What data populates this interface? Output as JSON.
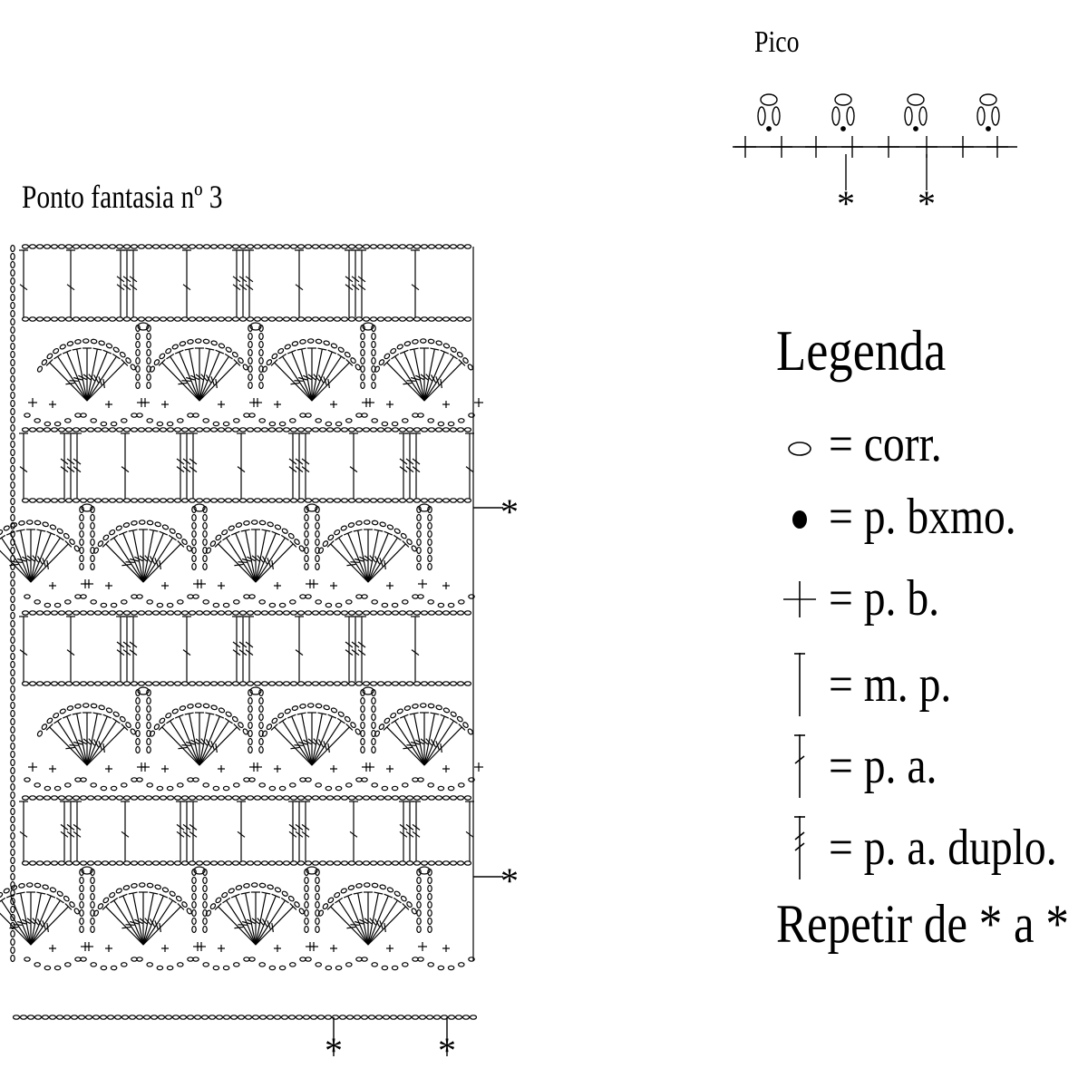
{
  "pico": {
    "title": "Pico",
    "repeat_marks": [
      "*",
      "*"
    ]
  },
  "chart": {
    "title": "Ponto fantasia nº 3",
    "repeat_marks_right": [
      "*",
      "*"
    ],
    "repeat_marks_bottom": [
      "*",
      "*"
    ]
  },
  "legend": {
    "title": "Legenda",
    "items": [
      {
        "symbol": "chain-icon",
        "label": "= corr."
      },
      {
        "symbol": "slip-stitch-icon",
        "label": "= p. bxmo."
      },
      {
        "symbol": "single-crochet-icon",
        "label": "= p. b."
      },
      {
        "symbol": "half-double-icon",
        "label": "= m. p."
      },
      {
        "symbol": "double-crochet-icon",
        "label": "= p. a."
      },
      {
        "symbol": "treble-crochet-icon",
        "label": "= p. a. duplo."
      }
    ],
    "repeat_note": "Repetir de * a *"
  }
}
